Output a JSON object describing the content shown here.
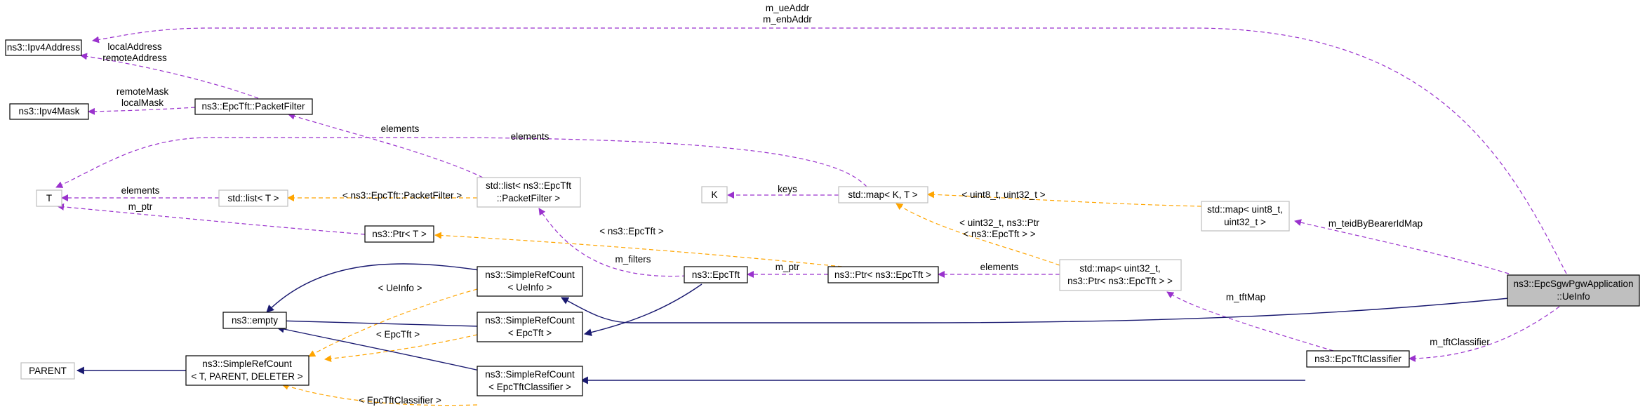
{
  "colors": {
    "inheritance": "#191970",
    "usage": "#9a32cd",
    "template": "#ffa500",
    "node_border": "#000000",
    "node_border_undocumented": "#bfbfbf",
    "root_fill": "#bfbfbf"
  },
  "nodes": [
    {
      "id": "ipv4addr",
      "lines": [
        "ns3::Ipv4Address"
      ],
      "style": "documented"
    },
    {
      "id": "ipv4mask",
      "lines": [
        "ns3::Ipv4Mask"
      ],
      "style": "documented"
    },
    {
      "id": "packetfilter",
      "lines": [
        "ns3::EpcTft::PacketFilter"
      ],
      "style": "documented"
    },
    {
      "id": "T",
      "lines": [
        "T"
      ],
      "style": "undocumented"
    },
    {
      "id": "stdlistT",
      "lines": [
        "std::list< T >"
      ],
      "style": "undocumented"
    },
    {
      "id": "stdlistPF",
      "lines": [
        "std::list< ns3::EpcTft",
        "::PacketFilter >"
      ],
      "style": "undocumented"
    },
    {
      "id": "K",
      "lines": [
        "K"
      ],
      "style": "undocumented"
    },
    {
      "id": "stdmapKT",
      "lines": [
        "std::map< K, T >"
      ],
      "style": "undocumented"
    },
    {
      "id": "stdmapU8",
      "lines": [
        "std::map< uint8_t,",
        "uint32_t >"
      ],
      "style": "undocumented"
    },
    {
      "id": "ptrT",
      "lines": [
        "ns3::Ptr< T >"
      ],
      "style": "documented"
    },
    {
      "id": "ptrEpcTft",
      "lines": [
        "ns3::Ptr< ns3::EpcTft >"
      ],
      "style": "documented"
    },
    {
      "id": "epctft",
      "lines": [
        "ns3::EpcTft"
      ],
      "style": "documented"
    },
    {
      "id": "stdmapU32",
      "lines": [
        "std::map< uint32_t,",
        "ns3::Ptr< ns3::EpcTft > >"
      ],
      "style": "undocumented"
    },
    {
      "id": "srcUeInfo",
      "lines": [
        "ns3::SimpleRefCount",
        "< UeInfo >"
      ],
      "style": "documented"
    },
    {
      "id": "empty",
      "lines": [
        "ns3::empty"
      ],
      "style": "documented"
    },
    {
      "id": "srcEpcTft",
      "lines": [
        "ns3::SimpleRefCount",
        "< EpcTft >"
      ],
      "style": "documented"
    },
    {
      "id": "parent",
      "lines": [
        "PARENT"
      ],
      "style": "undocumented"
    },
    {
      "id": "srcT",
      "lines": [
        "ns3::SimpleRefCount",
        "< T, PARENT, DELETER >"
      ],
      "style": "documented"
    },
    {
      "id": "srcClassifier",
      "lines": [
        "ns3::SimpleRefCount",
        "< EpcTftClassifier >"
      ],
      "style": "documented"
    },
    {
      "id": "classifier",
      "lines": [
        "ns3::EpcTftClassifier"
      ],
      "style": "documented"
    },
    {
      "id": "ueinfo",
      "lines": [
        "ns3::EpcSgwPgwApplication",
        "::UeInfo"
      ],
      "style": "root"
    }
  ],
  "edge_labels": [
    {
      "id": "lbl-ueaddr",
      "lines": [
        "m_ueAddr",
        "m_enbAddr"
      ]
    },
    {
      "id": "lbl-localaddr",
      "lines": [
        "localAddress",
        "remoteAddress"
      ]
    },
    {
      "id": "lbl-remotemask",
      "lines": [
        "remoteMask",
        "localMask"
      ]
    },
    {
      "id": "lbl-elements-pf",
      "lines": [
        "elements"
      ]
    },
    {
      "id": "lbl-elements-map",
      "lines": [
        "elements"
      ]
    },
    {
      "id": "lbl-elements-list",
      "lines": [
        "elements"
      ]
    },
    {
      "id": "lbl-mptr-T",
      "lines": [
        "m_ptr"
      ]
    },
    {
      "id": "lbl-tpl-pf",
      "lines": [
        "< ns3::EpcTft::PacketFilter >"
      ]
    },
    {
      "id": "lbl-keys",
      "lines": [
        "keys"
      ]
    },
    {
      "id": "lbl-tpl-u8",
      "lines": [
        "< uint8_t, uint32_t >"
      ]
    },
    {
      "id": "lbl-tpl-u32",
      "lines": [
        "< uint32_t, ns3::Ptr",
        "< ns3::EpcTft > >"
      ]
    },
    {
      "id": "lbl-tpl-epctft-ptr",
      "lines": [
        "< ns3::EpcTft >"
      ]
    },
    {
      "id": "lbl-teid",
      "lines": [
        "m_teidByBearerIdMap"
      ]
    },
    {
      "id": "lbl-mfilters",
      "lines": [
        "m_filters"
      ]
    },
    {
      "id": "lbl-mptr-epctft",
      "lines": [
        "m_ptr"
      ]
    },
    {
      "id": "lbl-elements-u32",
      "lines": [
        "elements"
      ]
    },
    {
      "id": "lbl-tftmap",
      "lines": [
        "m_tftMap"
      ]
    },
    {
      "id": "lbl-tpl-ueinfo",
      "lines": [
        "< UeInfo >"
      ]
    },
    {
      "id": "lbl-tpl-epctft",
      "lines": [
        "< EpcTft >"
      ]
    },
    {
      "id": "lbl-classifier",
      "lines": [
        "m_tftClassifier"
      ]
    },
    {
      "id": "lbl-tpl-classifier",
      "lines": [
        "< EpcTftClassifier >"
      ]
    }
  ]
}
